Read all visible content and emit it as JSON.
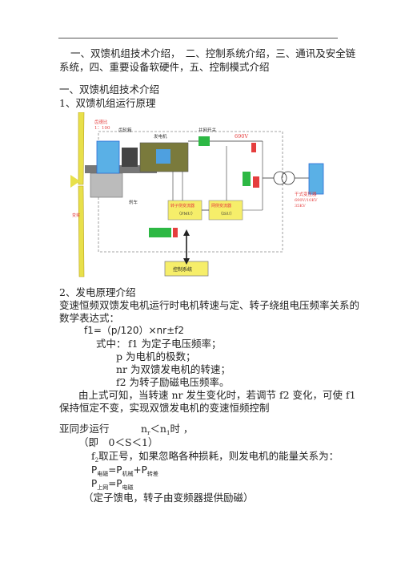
{
  "doc": {
    "intro_line1": "一、双馈机组技术介绍，　二、控制系统介绍，三、通讯及安全链",
    "intro_line2": "系统，四、重要设备软硬件，五、控制模式介绍",
    "section1_title": "一、双馈机组技术介绍",
    "section1_1_title": "1、双馈机组运行原理",
    "section2_title": "2、发电原理介绍",
    "para1_line1": "变速恒频双馈发电机运行时电机转速与定、转子绕组电压频率关系的",
    "para1_line2": "数学表达式：",
    "formula": "f1=（p/120）×nr±f2",
    "where_label": "式中：",
    "where_f1": "f1 为定子电压频率；",
    "where_p": "p 为电机的极数；",
    "where_nr": "nr 为双馈发电机的转速；",
    "where_f2": "f2 为转子励磁电压频率。",
    "para2_line1": "由上式可知，当转速 nr 发生变化时，若调节 f2 变化，可使 f1",
    "para2_line2": "保持恒定不变，实现双馈发电机的变速恒频控制",
    "sub_title": "亚同步运行",
    "sub_cond": "n",
    "sub_cond_r": "r",
    "sub_cond_mid": "＜n",
    "sub_cond_1": "1",
    "sub_cond_end": "时 ，",
    "slip_range": "（即　0＜S＜1）",
    "f2_sentence": "取正号，如果忽略各种损耗，则发电机的能量关系为：",
    "f2_prefix": "f",
    "f2_sub": "2",
    "eq1_lhs": "P",
    "eq1_lhs_sub": "电磁",
    "eq1_mid": "=P",
    "eq1_mid_sub": "机械",
    "eq1_plus": "+P",
    "eq1_plus_sub": "转差",
    "eq2_lhs": "P",
    "eq2_lhs_sub": "上网",
    "eq2_mid": "=P",
    "eq2_mid_sub": "电磁",
    "note": "（定子馈电，转子由变频器提供励磁）"
  },
  "diagram": {
    "label_gearbox_note": "齿速比",
    "label_gearbox_ratio": "1：100",
    "label_gearbox": "齿轮箱",
    "label_generator": "发电机",
    "label_grid_switch": "并网开关",
    "label_690v": "690V",
    "label_brake": "刹车",
    "label_rotor_converter": "转子侧变流器",
    "label_rotor_converter_code": "（PMU）",
    "label_grid_converter": "网侧变流器",
    "label_grid_converter_code": "（ISU）",
    "label_transformer": "干式变压器",
    "label_transformer_spec1": "690V/10KV",
    "label_transformer_spec2": "35KV",
    "label_control_system": "控制系统",
    "label_pitch": "变桨",
    "colors": {
      "wind": "#e8e04a",
      "control_fill": "#f6ee6a",
      "border": "#888888",
      "red": "#e53e3e",
      "green": "#2db844",
      "blue": "#2a6bd6"
    }
  }
}
